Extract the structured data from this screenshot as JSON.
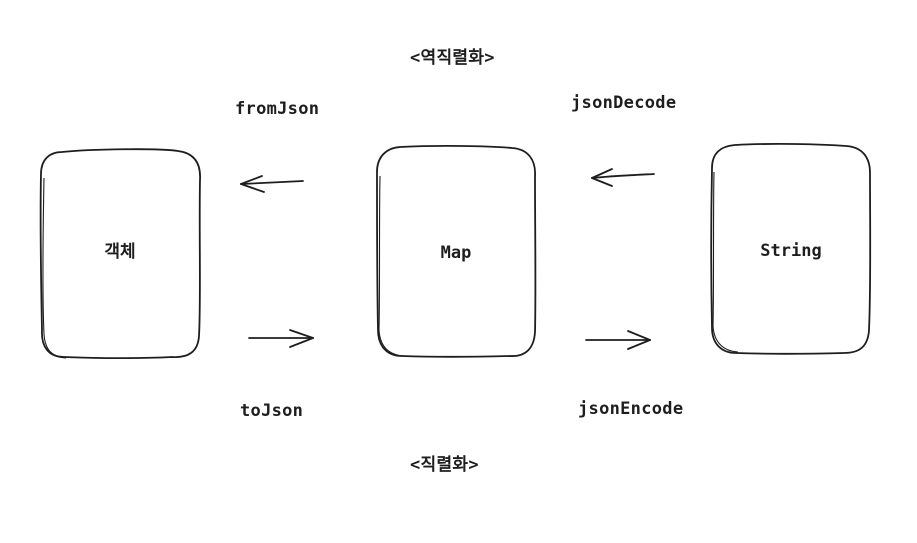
{
  "nodes": {
    "object": {
      "label": "객체"
    },
    "map": {
      "label": "Map"
    },
    "string": {
      "label": "String"
    }
  },
  "edges": {
    "from_json": {
      "label": "fromJson"
    },
    "to_json": {
      "label": "toJson"
    },
    "json_decode": {
      "label": "jsonDecode"
    },
    "json_encode": {
      "label": "jsonEncode"
    }
  },
  "sections": {
    "deserialization": "<역직렬화>",
    "serialization": "<직렬화>"
  },
  "colors": {
    "stroke": "#1e1e1e",
    "background": "#ffffff"
  }
}
